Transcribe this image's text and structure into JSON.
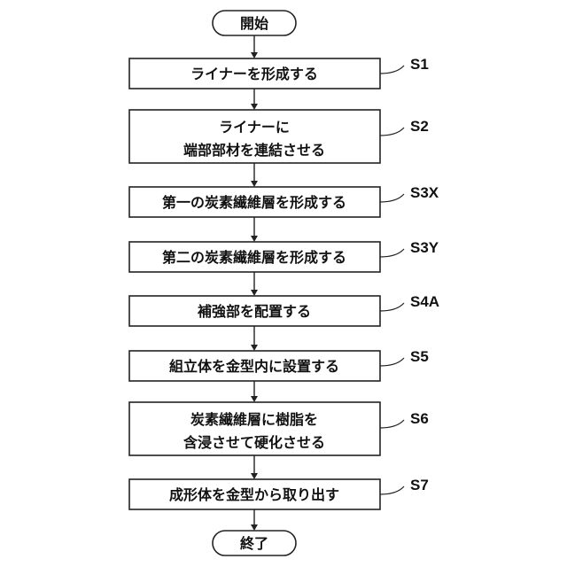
{
  "terminals": {
    "start": "開始",
    "end": "終了"
  },
  "steps": [
    {
      "id": "S1",
      "lines": [
        "ライナーを形成する"
      ]
    },
    {
      "id": "S2",
      "lines": [
        "ライナーに",
        "端部部材を連結させる"
      ]
    },
    {
      "id": "S3X",
      "lines": [
        "第一の炭素繊維層を形成する"
      ]
    },
    {
      "id": "S3Y",
      "lines": [
        "第二の炭素繊維層を形成する"
      ]
    },
    {
      "id": "S4A",
      "lines": [
        "補強部を配置する"
      ]
    },
    {
      "id": "S5",
      "lines": [
        "組立体を金型内に設置する"
      ]
    },
    {
      "id": "S6",
      "lines": [
        "炭素繊維層に樹脂を",
        "含浸させて硬化させる"
      ]
    },
    {
      "id": "S7",
      "lines": [
        "成形体を金型から取り出す"
      ]
    }
  ]
}
